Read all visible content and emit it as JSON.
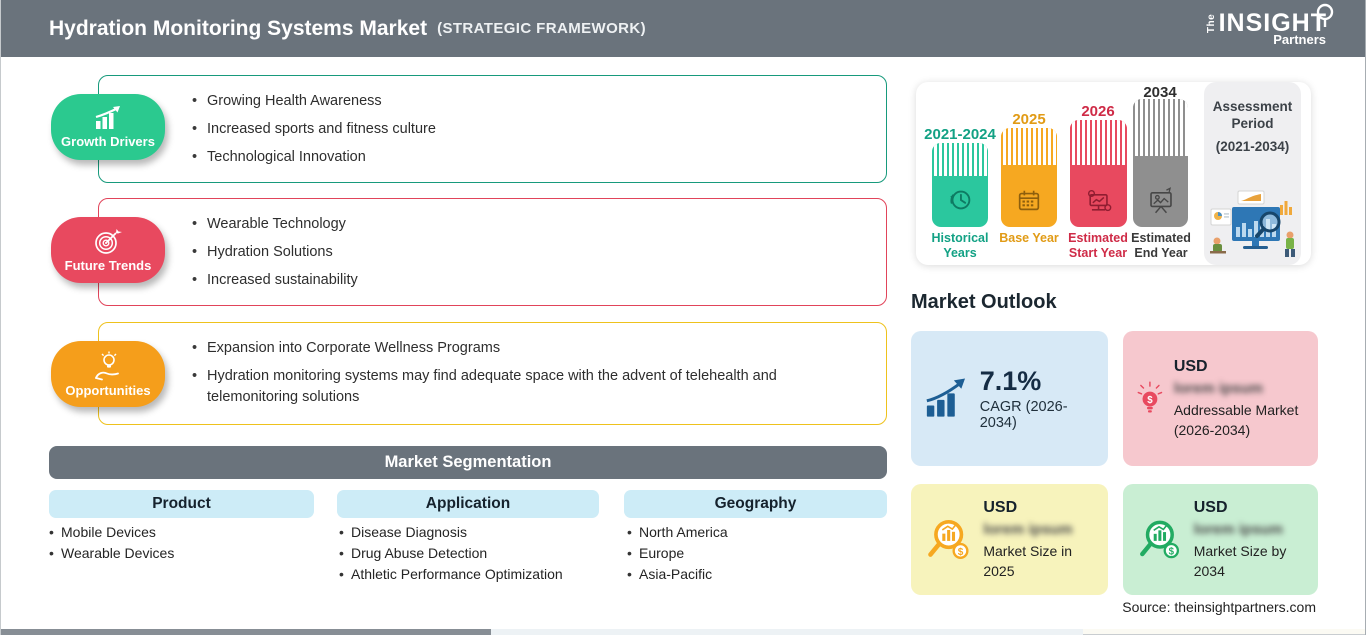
{
  "header": {
    "title": "Hydration Monitoring Systems Market",
    "subtitle": "(STRATEGIC FRAMEWORK)",
    "logo": {
      "prefix": "The",
      "name": "INSIGHT",
      "suffix": "Partners"
    }
  },
  "panels": [
    {
      "label": "Growth Drivers",
      "items": [
        "Growing Health Awareness",
        "Increased sports and fitness culture",
        "Technological Innovation"
      ]
    },
    {
      "label": "Future Trends",
      "items": [
        "Wearable Technology",
        "Hydration Solutions",
        "Increased sustainability"
      ]
    },
    {
      "label": "Opportunities",
      "items": [
        "Expansion into Corporate Wellness Programs",
        "Hydration monitoring systems may find adequate space with the advent of telehealth and telemonitoring solutions"
      ]
    }
  ],
  "segmentation": {
    "title": "Market Segmentation",
    "columns": [
      {
        "header": "Product",
        "items": [
          "Mobile Devices",
          "Wearable Devices"
        ]
      },
      {
        "header": "Application",
        "items": [
          "Disease Diagnosis",
          "Drug Abuse Detection",
          "Athletic Performance Optimization"
        ]
      },
      {
        "header": "Geography",
        "items": [
          "North America",
          "Europe",
          "Asia-Pacific"
        ]
      }
    ]
  },
  "timeline": {
    "bars": [
      {
        "year": "2021-2024",
        "label": "Historical Years",
        "color": "#2bc79e",
        "icon": "history-clock-icon"
      },
      {
        "year": "2025",
        "label": "Base Year",
        "color": "#f6a821",
        "icon": "calendar-icon"
      },
      {
        "year": "2026",
        "label": "Estimated Start Year",
        "color": "#e8495f",
        "icon": "monitor-analytics-icon"
      },
      {
        "year": "2034",
        "label": "Estimated End Year",
        "color": "#8f8f8f",
        "icon": "presentation-board-icon"
      }
    ],
    "assessment": {
      "title": "Assessment Period",
      "range": "(2021-2034)"
    }
  },
  "market_outlook": {
    "title": "Market Outlook",
    "cards": [
      {
        "value": "7.1%",
        "label": "CAGR (2026-2034)",
        "bg": "#d7e9f6",
        "icon": "growth-arrow-chart-icon"
      },
      {
        "currency": "USD",
        "redacted": "lorem ipsum",
        "label": "Addressable Market (2026-2034)",
        "bg": "#f6c8ce",
        "icon": "bulb-dollar-icon"
      },
      {
        "currency": "USD",
        "redacted": "lorem ipsum",
        "label": "Market Size in 2025",
        "bg": "#f7f3bc",
        "icon": "magnifier-chart-orange-icon"
      },
      {
        "currency": "USD",
        "redacted": "lorem ipsum",
        "label": "Market Size by 2034",
        "bg": "#c9eed3",
        "icon": "magnifier-chart-green-icon"
      }
    ]
  },
  "source": "Source: theinsightpartners.com",
  "colors": {
    "header_bg": "#6a737c",
    "growth_green": "#2bc98f",
    "growth_border": "#179a7c",
    "trends_red": "#e8495f",
    "trends_border": "#e1445a",
    "opportunities_orange": "#f59e1b",
    "opportunities_border": "#eec21d",
    "segment_bar": "#6a737c",
    "segment_header_bg": "#cdecf7",
    "card_blue": "#d7e9f6",
    "card_pink": "#f6c8ce",
    "card_yellow": "#f7f3bc",
    "card_green": "#c9eed3"
  }
}
